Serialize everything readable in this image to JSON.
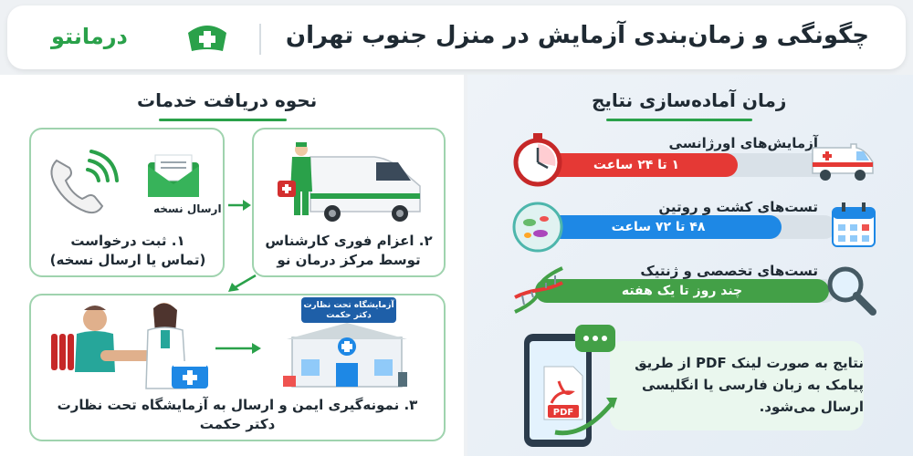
{
  "header": {
    "title": "چگونگی و زمان‌بندی آزمایش در منزل جنوب تهران",
    "logo_text": "درمانتو"
  },
  "services": {
    "title": "نحوه دریافت خدمات",
    "step1": {
      "label_line1": "۱. ثبت درخواست",
      "label_line2": "(تماس یا ارسال نسخه)",
      "envelope_label": "ارسال نسخه"
    },
    "step2": {
      "label_line1": "۲. اعزام فوری کارشناس",
      "label_line2": "توسط مرکز درمان نو"
    },
    "step3": {
      "label_line1": "۳. نمونه‌گیری ایمن و ارسال به آزمایشگاه تحت نظارت",
      "label_line2": "دکتر حکمت",
      "lab_sign_line1": "آزمایشگاه تحت نظارت",
      "lab_sign_line2": "دکتر حکمت"
    }
  },
  "results": {
    "title": "زمان آماده‌سازی نتایج",
    "rows": [
      {
        "title": "آزمایش‌های اورژانسی",
        "duration": "۱ تا ۲۴ ساعت",
        "color": "#e53935"
      },
      {
        "title": "تست‌های کشت و روتین",
        "duration": "۴۸ تا ۷۲ ساعت",
        "color": "#1e88e5"
      },
      {
        "title": "تست‌های تخصصی و ژنتیک",
        "duration": "چند روز تا یک هفته",
        "color": "#43a047"
      }
    ],
    "delivery_line1": "نتایج به صورت لینک PDF از طریق",
    "delivery_line2": "پیامک به زبان فارسی یا انگلیسی",
    "delivery_line3": "ارسال می‌شود.",
    "pdf_label": "PDF"
  },
  "colors": {
    "brand_green": "#2aa14a",
    "card_border": "#9fd3ae",
    "text_dark": "#1f2a33"
  }
}
